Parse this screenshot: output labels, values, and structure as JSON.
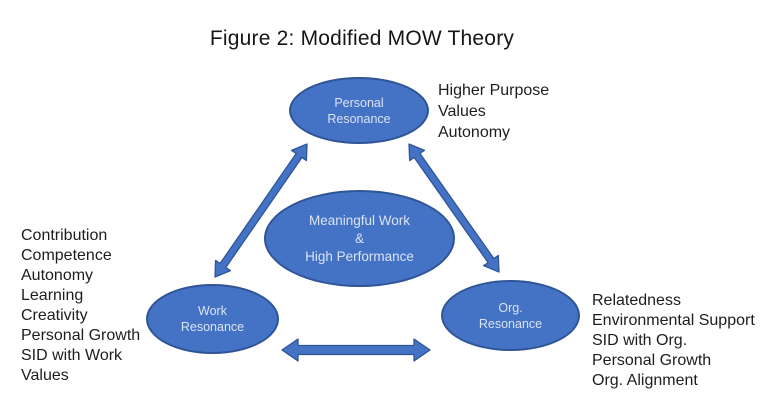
{
  "title": "Figure 2: Modified MOW Theory",
  "colors": {
    "node_fill": "#4472C4",
    "node_border": "#2F5597",
    "node_text": "#D9E4F4",
    "annotation_text": "#1D1D1D",
    "background": "#FFFFFF"
  },
  "nodes": {
    "personal": {
      "lines": [
        "Personal",
        "Resonance"
      ]
    },
    "central": {
      "lines": [
        "Meaningful Work",
        "&",
        "High Performance"
      ]
    },
    "work": {
      "lines": [
        "Work",
        "Resonance"
      ]
    },
    "org": {
      "lines": [
        "Org.",
        "Resonance"
      ]
    }
  },
  "annotations": {
    "personal_attributes": {
      "items": [
        "Higher Purpose",
        "Values",
        "Autonomy"
      ]
    },
    "work_attributes": {
      "items": [
        "Contribution",
        "Competence",
        "Autonomy",
        "Learning",
        "Creativity",
        "Personal Growth",
        "SID with Work",
        "Values"
      ]
    },
    "org_attributes": {
      "items": [
        "Relatedness",
        "Environmental Support",
        "SID with Org.",
        "Personal Growth",
        "Org. Alignment"
      ]
    }
  },
  "connectors": [
    {
      "name": "double-arrow-work-personal",
      "type": "double-headed-arrow",
      "from": "Work Resonance",
      "to": "Personal Resonance"
    },
    {
      "name": "double-arrow-personal-org",
      "type": "double-headed-arrow",
      "from": "Personal Resonance",
      "to": "Org. Resonance"
    },
    {
      "name": "double-arrow-work-org",
      "type": "double-headed-arrow",
      "from": "Work Resonance",
      "to": "Org. Resonance"
    }
  ]
}
